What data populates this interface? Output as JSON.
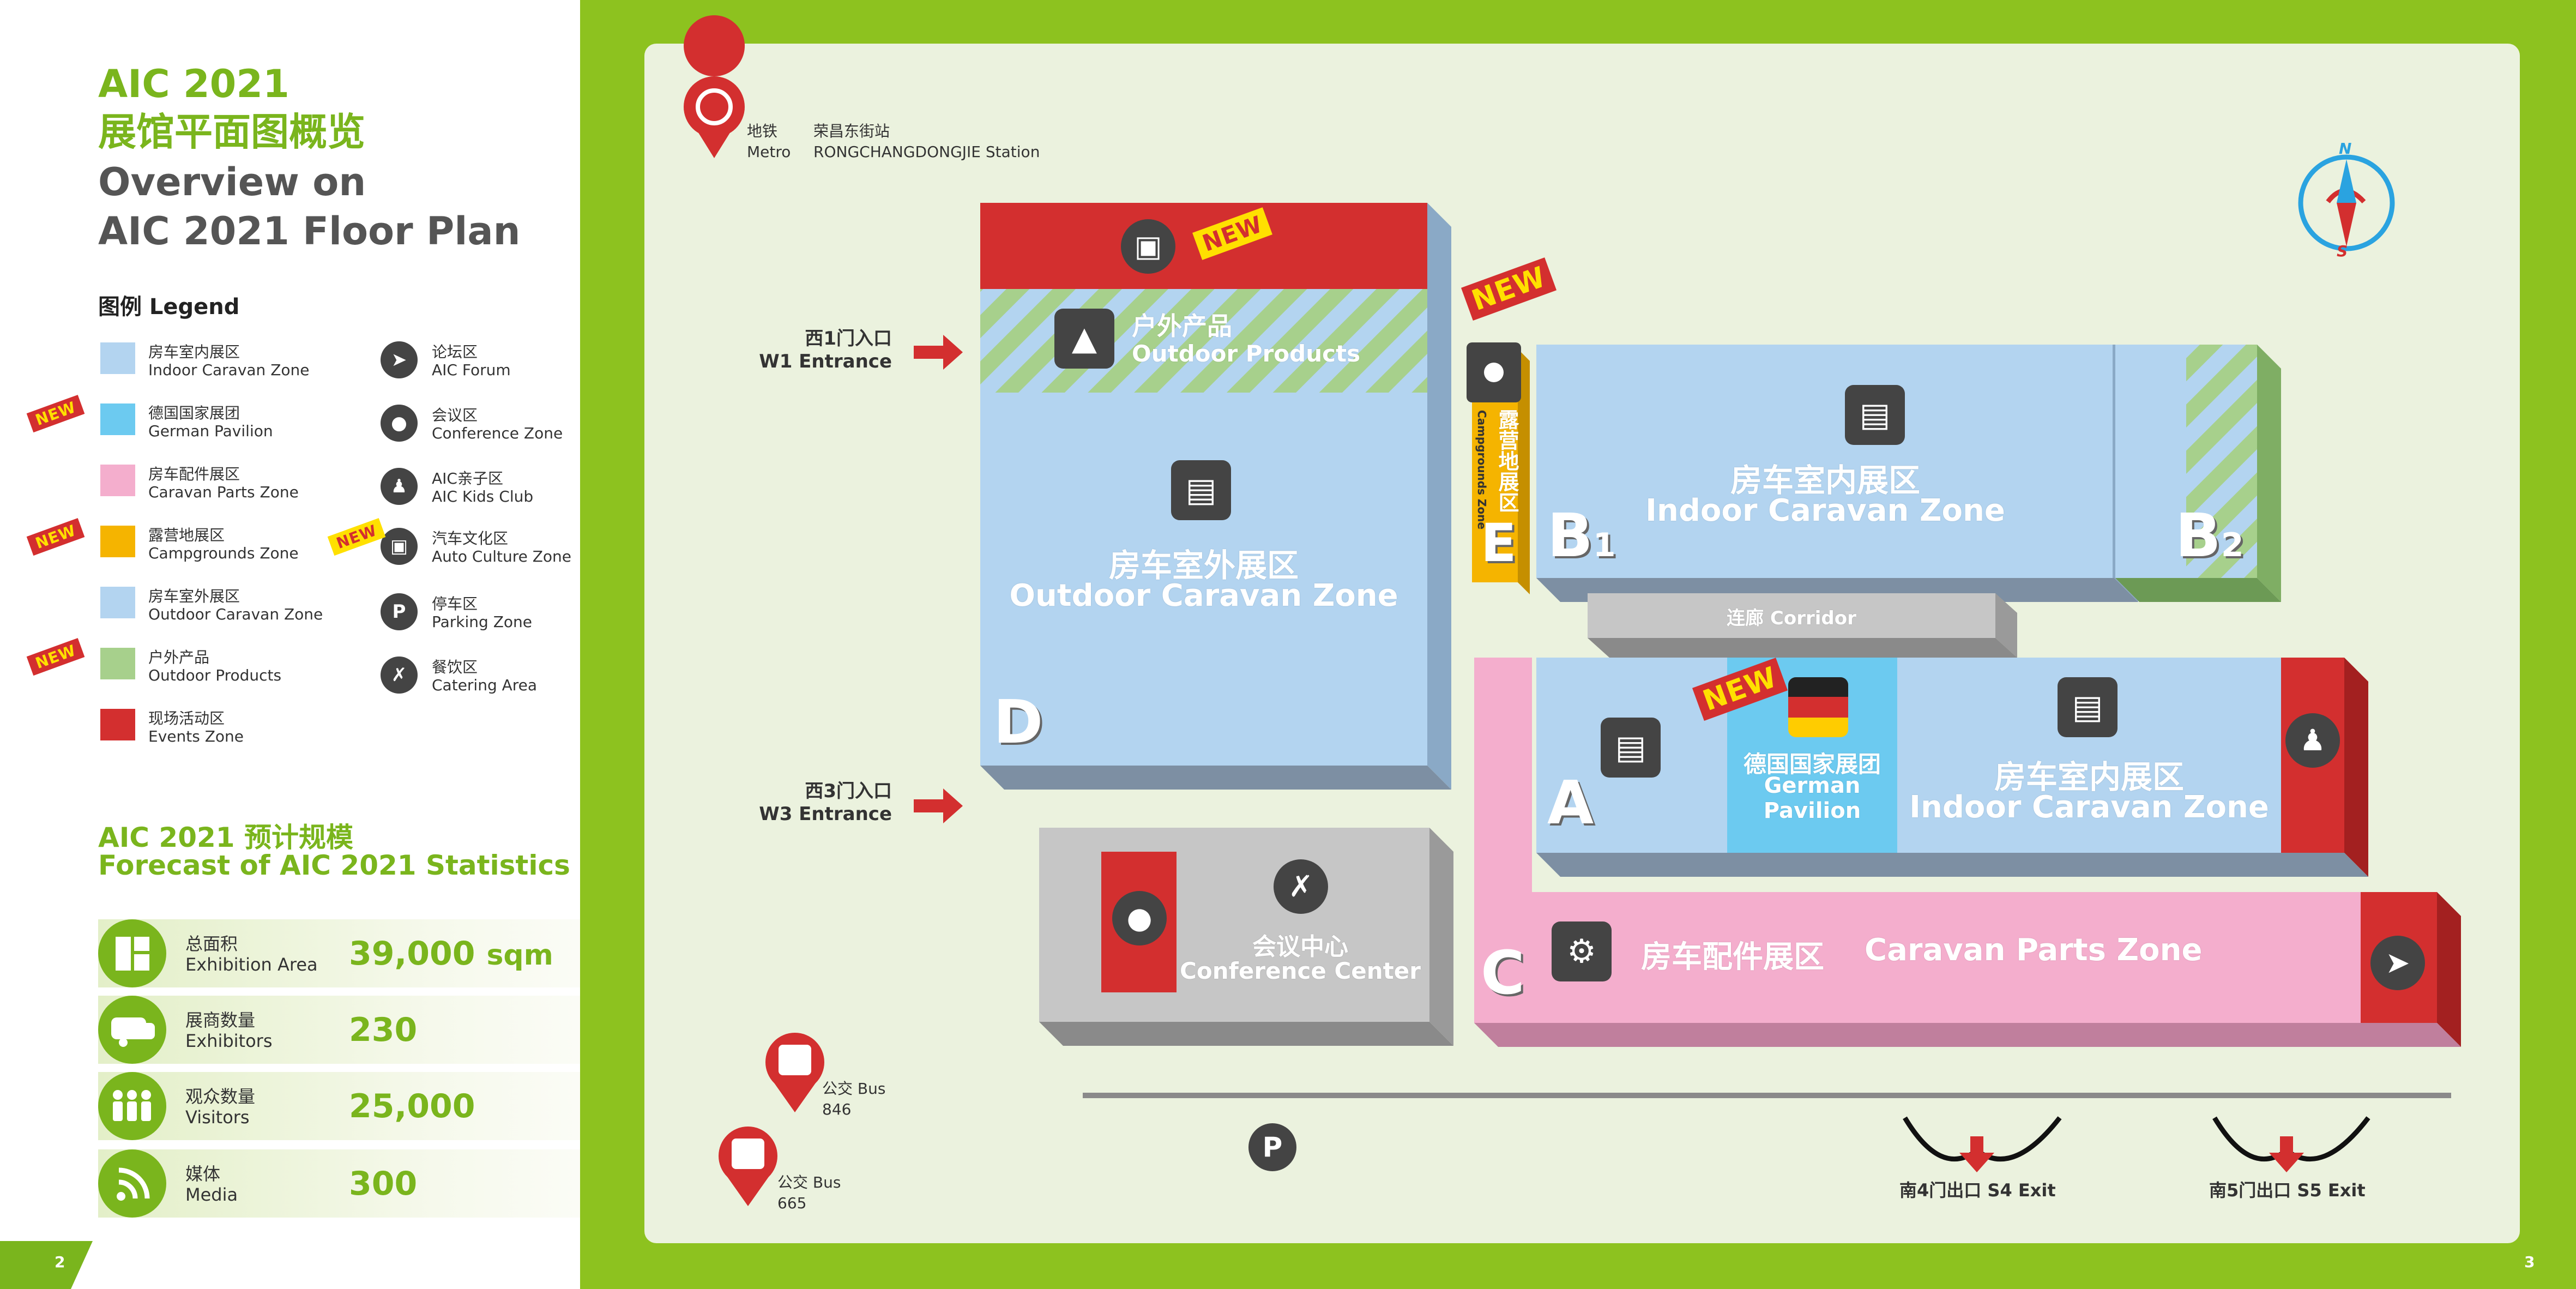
{
  "left": {
    "title_line1": "AIC 2021",
    "title_line2": "展馆平面图概览",
    "title_line3": "Overview on",
    "title_line4": "AIC 2021 Floor Plan",
    "legend_title": "图例 Legend",
    "legend_left": [
      {
        "cn": "房车室内展区",
        "en": "Indoor Caravan Zone",
        "color": "#b3d4f0"
      },
      {
        "cn": "德国国家展团",
        "en": "German Pavilion",
        "color": "#6ccaf0"
      },
      {
        "cn": "房车配件展区",
        "en": "Caravan Parts Zone",
        "color": "#f4aecd"
      },
      {
        "cn": "露营地展区",
        "en": "Campgrounds Zone",
        "color": "#f5b400"
      },
      {
        "cn": "房车室外展区",
        "en": "Outdoor Caravan Zone",
        "color": "#b3d4f0"
      },
      {
        "cn": "户外产品",
        "en": "Outdoor Products",
        "color": "#a7d08c"
      },
      {
        "cn": "现场活动区",
        "en": "Events Zone",
        "color": "#d32f2f"
      }
    ],
    "legend_right": [
      {
        "cn": "论坛区",
        "en": "AIC Forum",
        "icon": "megaphone-icon"
      },
      {
        "cn": "会议区",
        "en": "Conference Zone",
        "icon": "people-icon"
      },
      {
        "cn": "AIC亲子区",
        "en": "AIC Kids Club",
        "icon": "family-icon"
      },
      {
        "cn": "汽车文化区",
        "en": "Auto Culture Zone",
        "icon": "car-icon"
      },
      {
        "cn": "停车区",
        "en": "Parking Zone",
        "icon": "parking-icon",
        "glyph": "P"
      },
      {
        "cn": "餐饮区",
        "en": "Catering Area",
        "icon": "catering-icon"
      }
    ],
    "new_label": "NEW",
    "stats_title_line1": "AIC 2021 预计规模",
    "stats_title_line2": "Forecast of  AIC 2021 Statistics",
    "stats": [
      {
        "cn": "总面积",
        "en": "Exhibition Area",
        "value": "39,000",
        "unit": "sqm",
        "icon": "area-icon"
      },
      {
        "cn": "展商数量",
        "en": "Exhibitors",
        "value": "230",
        "icon": "caravan-icon"
      },
      {
        "cn": "观众数量",
        "en": "Visitors",
        "value": "25,000",
        "icon": "visitors-icon"
      },
      {
        "cn": "媒体",
        "en": "Media",
        "value": "300",
        "icon": "rss-icon"
      }
    ],
    "page_number": "2"
  },
  "map": {
    "metro_cn": "地铁",
    "metro_en": "Metro",
    "station_cn": "荣昌东街站",
    "station_en": "RONGCHANGDONGJIE Station",
    "compass_n": "N",
    "compass_s": "S",
    "w1_cn": "西1门入口",
    "w1_en": "W1 Entrance",
    "w3_cn": "西3门入口",
    "w3_en": "W3 Entrance",
    "outdoor_products_cn": "户外产品",
    "outdoor_products_en": "Outdoor Products",
    "outdoor_caravan_cn": "房车室外展区",
    "outdoor_caravan_en": "Outdoor Caravan Zone",
    "hall_d": "D",
    "campground_cn": "露营地展区",
    "campground_en": "Campgrounds Zone",
    "hall_e": "E",
    "indoor_cn": "房车室内展区",
    "indoor_en": "Indoor Caravan Zone",
    "hall_b1": "B",
    "hall_b1_sub": "1",
    "hall_b2": "B",
    "hall_b2_sub": "2",
    "corridor": "连廊 Corridor",
    "hall_a": "A",
    "german_cn": "德国国家展团",
    "german_en_1": "German",
    "german_en_2": "Pavilion",
    "indoor2_cn": "房车室内展区",
    "indoor2_en": "Indoor Caravan Zone",
    "conference_cn": "会议中心",
    "conference_en": "Conference Center",
    "parts_cn": "房车配件展区",
    "parts_en": "Caravan Parts Zone",
    "hall_c": "C",
    "bus1_cn": "公交 Bus",
    "bus1_no": "846",
    "bus2_cn": "公交 Bus",
    "bus2_no": "665",
    "parking": "P",
    "s4_exit": "南4门出口 S4 Exit",
    "s5_exit": "南5门出口 S5 Exit",
    "new_label": "NEW",
    "page_number": "3"
  }
}
